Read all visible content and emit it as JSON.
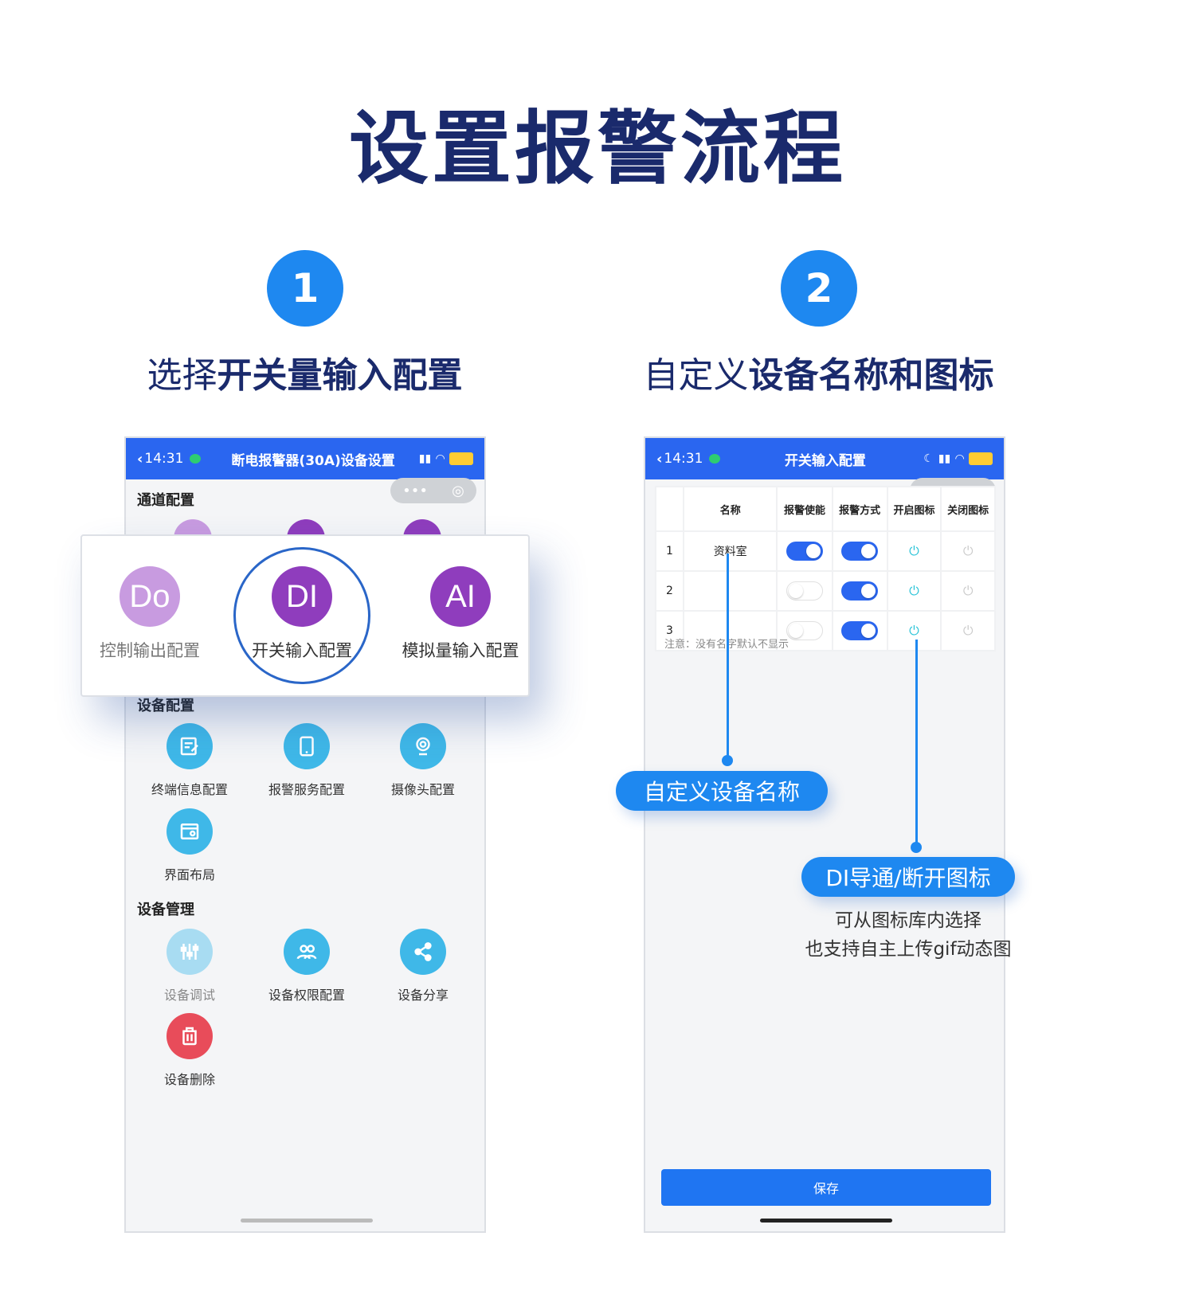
{
  "page": {
    "title": "设置报警流程",
    "accent_color": "#1e88f0",
    "title_color": "#1a2a6c"
  },
  "steps": [
    {
      "number": "1",
      "title_plain": "选择",
      "title_bold": "开关量输入配置"
    },
    {
      "number": "2",
      "title_plain": "自定义",
      "title_bold": "设备名称和图标"
    }
  ],
  "phone1": {
    "status_time": "14:31",
    "status_title": "断电报警器(30A)设备设置",
    "capsule": {
      "more": "•••",
      "close": "◎"
    },
    "channel_section": "通道配置",
    "popup_items": [
      {
        "badge": "Do",
        "label": "控制输出配置",
        "color": "#c89be0",
        "selected": false
      },
      {
        "badge": "DI",
        "label": "开关输入配置",
        "color": "#8f3dbd",
        "selected": true
      },
      {
        "badge": "AI",
        "label": "模拟量输入配置",
        "color": "#8f3dbd",
        "selected": false
      }
    ],
    "device_config_section": "设备配置",
    "device_config_items": [
      {
        "label": "终端信息配置",
        "icon": "edit-icon"
      },
      {
        "label": "报警服务配置",
        "icon": "tablet-icon"
      },
      {
        "label": "摄像头配置",
        "icon": "camera-icon"
      },
      {
        "label": "界面布局",
        "icon": "layout-icon"
      }
    ],
    "device_manage_section": "设备管理",
    "device_manage_items": [
      {
        "label": "设备调试",
        "icon": "sliders-icon"
      },
      {
        "label": "设备权限配置",
        "icon": "users-icon"
      },
      {
        "label": "设备分享",
        "icon": "share-icon"
      },
      {
        "label": "设备删除",
        "icon": "trash-icon"
      }
    ]
  },
  "phone2": {
    "status_time": "14:31",
    "status_title": "开关输入配置",
    "headers": [
      "名称",
      "报警使能",
      "报警方式",
      "开启图标",
      "关闭图标"
    ],
    "rows": [
      {
        "index": "1",
        "name": "资料室",
        "alarm_enable": true,
        "alarm_mode": true
      },
      {
        "index": "2",
        "name": "",
        "alarm_enable": false,
        "alarm_mode": true
      },
      {
        "index": "3",
        "name": "",
        "alarm_enable": false,
        "alarm_mode": true
      }
    ],
    "note": "注意：没有名字默认不显示",
    "save_label": "保存"
  },
  "callouts": {
    "name_label": "自定义设备名称",
    "icon_label": "DI导通/断开图标",
    "icon_note_line1": "可从图标库内选择",
    "icon_note_line2": "也支持自主上传gif动态图"
  }
}
